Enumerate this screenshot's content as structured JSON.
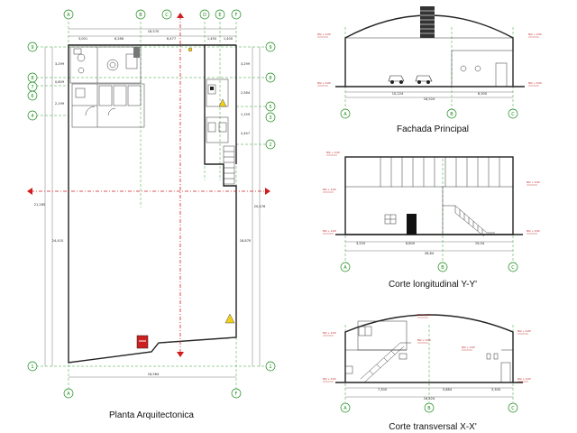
{
  "views": {
    "plan_title": "Planta Arquitectonica",
    "facade_title": "Fachada Principal",
    "long_section_title": "Corte longitudinal Y-Y'",
    "trans_section_title": "Corte transversal X-X'"
  },
  "plan": {
    "top_axes": [
      "A",
      "B",
      "C",
      "D",
      "E",
      "F"
    ],
    "bottom_axes": [
      "A",
      "F"
    ],
    "left_axes": [
      "9",
      "8",
      "7",
      "6",
      "4",
      "1"
    ],
    "right_axes": [
      "9",
      "8",
      "5",
      "3",
      "2",
      "1"
    ],
    "dims_top": [
      "3,001",
      "6,286",
      "16,570",
      "6,477",
      "1,450",
      "1,400"
    ],
    "dims_left": [
      "3,299",
      "0,809",
      "2,199",
      "21,285",
      "24,410"
    ],
    "dims_right": [
      "3,299",
      "2,584",
      "1,159",
      "2,447",
      "20,476",
      "18,870"
    ],
    "dim_bottom": "16,564"
  },
  "facade": {
    "axes": [
      "A",
      "B",
      "C"
    ],
    "dims": [
      "10,224",
      "6,300",
      "16,524"
    ]
  },
  "long_section": {
    "axes": [
      "A",
      "B",
      "C"
    ],
    "dims": [
      "3,220",
      "6,800",
      "19,04",
      "28,84"
    ]
  },
  "trans_section": {
    "axes": [
      "A",
      "B",
      "C"
    ],
    "dims": [
      "7,300",
      "5,884",
      "3,300",
      "16,524"
    ]
  },
  "level_tag": "NIV. + 0.00",
  "colors": {
    "grid": "#35a035",
    "cut_line": "#d01c1c",
    "walls": "#222222",
    "fire_exit": "#cc1f1f",
    "warning": "#f2cf1b"
  }
}
